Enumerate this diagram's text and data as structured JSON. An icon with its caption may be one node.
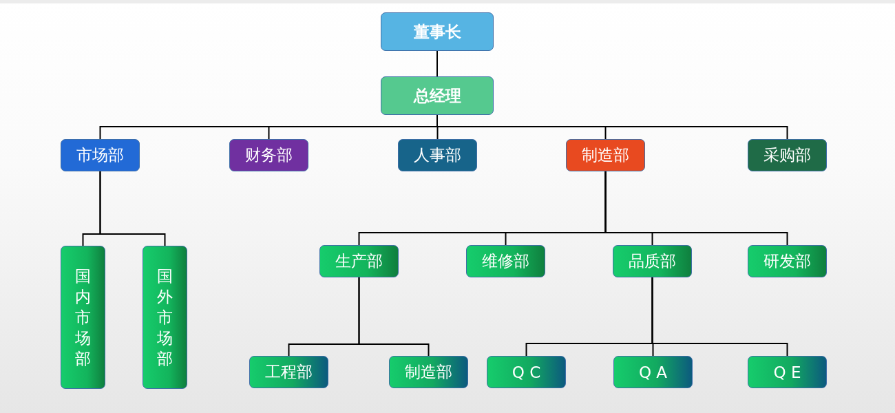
{
  "diagram": {
    "nodes": [
      {
        "text": [
          "董事长"
        ]
      },
      {
        "text": [
          "总经理"
        ]
      },
      {
        "text": [
          "市场部"
        ]
      },
      {
        "text": [
          "财务部"
        ]
      },
      {
        "text": [
          "人事部"
        ]
      },
      {
        "text": [
          "制造部"
        ]
      },
      {
        "text": [
          "采购部"
        ]
      },
      {
        "text": [
          "国内市场部"
        ]
      },
      {
        "text": [
          "国外市场部"
        ]
      },
      {
        "text": [
          "生产部"
        ]
      },
      {
        "text": [
          "维修部"
        ]
      },
      {
        "text": [
          "品质部"
        ]
      },
      {
        "text": [
          "研发部"
        ]
      },
      {
        "text": [
          "工程部"
        ]
      },
      {
        "text": [
          "制造部"
        ]
      },
      {
        "text": [
          "Q C"
        ]
      },
      {
        "text": [
          "Q A"
        ]
      },
      {
        "text": [
          "Q E"
        ]
      }
    ],
    "edges": [
      {
        "from": 0,
        "to": 1,
        "arrow": "none"
      },
      {
        "from": 1,
        "to": 2,
        "arrow": "none"
      },
      {
        "from": 1,
        "to": 3,
        "arrow": "none"
      },
      {
        "from": 1,
        "to": 4,
        "arrow": "none"
      },
      {
        "from": 1,
        "to": 5,
        "arrow": "none"
      },
      {
        "from": 1,
        "to": 6,
        "arrow": "none"
      },
      {
        "from": 2,
        "to": 7,
        "arrow": "none"
      },
      {
        "from": 2,
        "to": 8,
        "arrow": "none"
      },
      {
        "from": 5,
        "to": 9,
        "arrow": "none"
      },
      {
        "from": 5,
        "to": 10,
        "arrow": "none"
      },
      {
        "from": 5,
        "to": 11,
        "arrow": "none"
      },
      {
        "from": 5,
        "to": 12,
        "arrow": "none"
      },
      {
        "from": 9,
        "to": 13,
        "arrow": "none"
      },
      {
        "from": 9,
        "to": 14,
        "arrow": "none"
      },
      {
        "from": 11,
        "to": 15,
        "arrow": "none"
      },
      {
        "from": 11,
        "to": 16,
        "arrow": "none"
      },
      {
        "from": 11,
        "to": 17,
        "arrow": "none"
      }
    ]
  }
}
